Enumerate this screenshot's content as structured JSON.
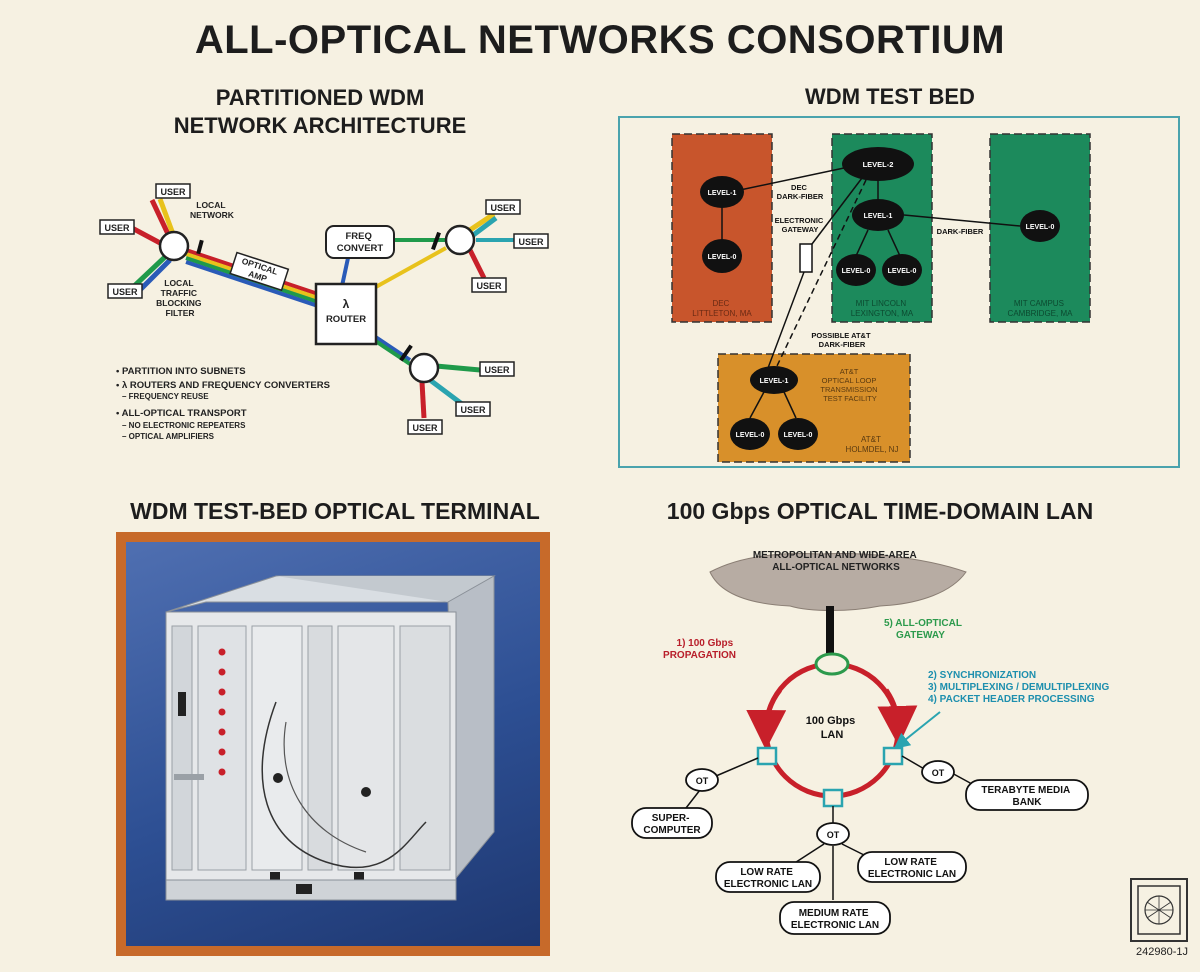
{
  "title": "ALL-OPTICAL NETWORKS CONSORTIUM",
  "architecture": {
    "title_line1": "PARTITIONED WDM",
    "title_line2": "NETWORK ARCHITECTURE",
    "user_label": "USER",
    "local_network": [
      "LOCAL",
      "NETWORK"
    ],
    "blocking_filter": [
      "LOCAL",
      "TRAFFIC",
      "BLOCKING",
      "FILTER"
    ],
    "optical_amp": [
      "OPTICAL",
      "AMP"
    ],
    "freq_convert": [
      "FREQ",
      "CONVERT"
    ],
    "router_symbol": "λ",
    "router_label": "ROUTER",
    "bullets": [
      {
        "text": "• PARTITION INTO SUBNETS",
        "subs": []
      },
      {
        "text": "• λ ROUTERS AND FREQUENCY CONVERTERS",
        "subs": [
          "– FREQUENCY REUSE"
        ]
      },
      {
        "text": "• ALL-OPTICAL TRANSPORT",
        "subs": [
          "– NO ELECTRONIC REPEATERS",
          "– OPTICAL AMPLIFIERS"
        ]
      }
    ]
  },
  "testbed": {
    "title": "WDM TEST BED",
    "level1": "LEVEL-1",
    "level0": "LEVEL-0",
    "level2": "LEVEL-2",
    "dec_dark_fiber": [
      "DEC",
      "DARK-FIBER"
    ],
    "electronic_gateway": [
      "ELECTRONIC",
      "GATEWAY"
    ],
    "dark_fiber": "DARK-FIBER",
    "possible_att": [
      "POSSIBLE AT&T",
      "DARK-FIBER"
    ],
    "site_dec": [
      "DEC",
      "LITTLETON, MA"
    ],
    "site_mitll": [
      "MIT LINCOLN",
      "LEXINGTON, MA"
    ],
    "site_mitcampus": [
      "MIT CAMPUS",
      "CAMBRIDGE, MA"
    ],
    "att_facility": [
      "AT&T",
      "OPTICAL LOOP",
      "TRANSMISSION",
      "TEST FACILITY"
    ],
    "att_site": [
      "AT&T",
      "HOLMDEL, NJ"
    ]
  },
  "terminal": {
    "title": "WDM TEST-BED OPTICAL TERMINAL"
  },
  "lan": {
    "title": "100 Gbps OPTICAL TIME-DOMAIN LAN",
    "metro": [
      "METROPOLITAN AND WIDE-AREA",
      "ALL-OPTICAL NETWORKS"
    ],
    "gateway": [
      "5) ALL-OPTICAL",
      "GATEWAY"
    ],
    "propagation": [
      "1) 100 Gbps",
      "PROPAGATION"
    ],
    "processing": [
      "2) SYNCHRONIZATION",
      "3) MULTIPLEXING / DEMULTIPLEXING",
      "4) PACKET HEADER PROCESSING"
    ],
    "center": [
      "100 Gbps",
      "LAN"
    ],
    "ot": "OT",
    "supercomputer": [
      "SUPER-",
      "COMPUTER"
    ],
    "terabyte": [
      "TERABYTE MEDIA",
      "BANK"
    ],
    "low_rate": [
      "LOW RATE",
      "ELECTRONIC LAN"
    ],
    "medium_rate": [
      "MEDIUM RATE",
      "ELECTRONIC LAN"
    ]
  },
  "stamp_number": "242980-1J",
  "colors": {
    "red": "#c8202a",
    "yellow": "#e8c21c",
    "green": "#1f9a4a",
    "blue": "#2a5bb8",
    "teal": "#2aa4b0",
    "cyan_text": "#1d8fae",
    "green_text": "#2c9a4c",
    "red_text": "#b81e2a",
    "dec_orange": "#c8552c",
    "mit_green": "#1c8a5c",
    "att_orange": "#d8902a"
  }
}
